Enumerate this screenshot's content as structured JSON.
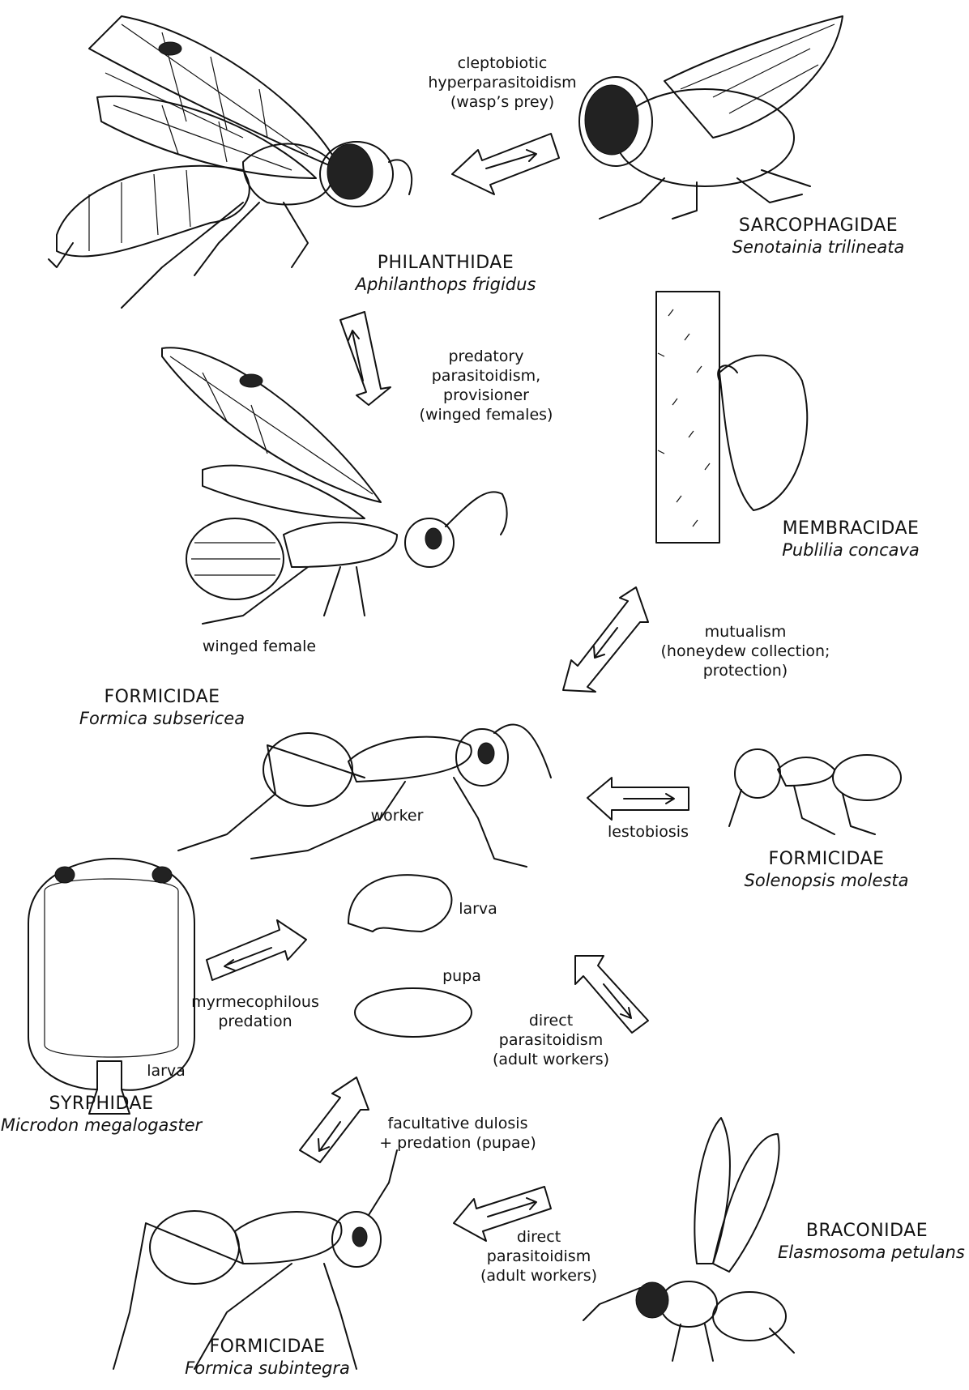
{
  "organisms": {
    "philanthidae": {
      "family": "PHILANTHIDAE",
      "species": "Aphilanthops frigidus"
    },
    "sarcophagidae": {
      "family": "SARCOPHAGIDAE",
      "species": "Senotainia trilineata"
    },
    "membracidae": {
      "family": "MEMBRACIDAE",
      "species": "Publilia concava"
    },
    "formicidae_subsericea": {
      "family": "FORMICIDAE",
      "species": "Formica subsericea",
      "winged_label": "winged female",
      "worker_label": "worker",
      "larva_label": "larva",
      "pupa_label": "pupa"
    },
    "formicidae_solenopsis": {
      "family": "FORMICIDAE",
      "species": "Solenopsis molesta"
    },
    "syrphidae": {
      "family": "SYRPHIDAE",
      "species": "Microdon megalogaster",
      "larva_label": "larva"
    },
    "braconidae": {
      "family": "BRACONIDAE",
      "species": "Elasmosoma petulans"
    },
    "formicidae_subintegra": {
      "family": "FORMICIDAE",
      "species": "Formica subintegra"
    }
  },
  "interactions": {
    "cleptobiotic": {
      "line1": "cleptobiotic",
      "line2": "hyperparasitoidism",
      "line3": "(wasp’s prey)"
    },
    "predatory": {
      "line1": "predatory",
      "line2": "parasitoidism,",
      "line3": "provisioner",
      "line4": "(winged females)"
    },
    "mutualism": {
      "line1": "mutualism",
      "line2": "(honeydew collection;",
      "line3": "protection)"
    },
    "lestobiosis": {
      "line1": "lestobiosis"
    },
    "myrmecophilous": {
      "line1": "myrmecophilous",
      "line2": "predation"
    },
    "direct_parasitoidism_upper": {
      "line1": "direct",
      "line2": "parasitoidism",
      "line3": "(adult workers)"
    },
    "facultative_dulosis": {
      "line1": "facultative dulosis",
      "line2": "+ predation (pupae)"
    },
    "direct_parasitoidism_lower": {
      "line1": "direct",
      "line2": "parasitoidism",
      "line3": "(adult workers)"
    }
  },
  "colors": {
    "ink": "#111111",
    "paper": "#ffffff",
    "stipple": "#bdbdbd"
  }
}
